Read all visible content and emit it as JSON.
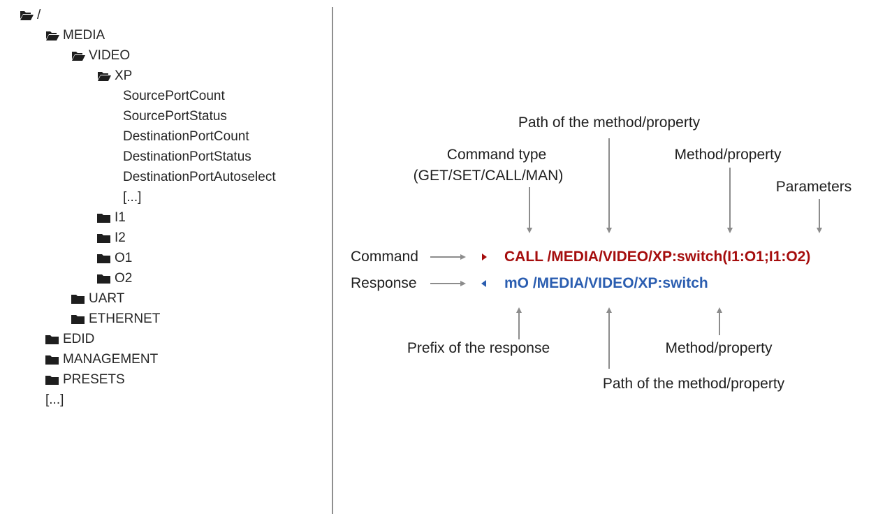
{
  "tree": [
    {
      "label": "/",
      "type": "open",
      "depth": 0
    },
    {
      "label": "MEDIA",
      "type": "open",
      "depth": 1
    },
    {
      "label": "VIDEO",
      "type": "open",
      "depth": 2
    },
    {
      "label": "XP",
      "type": "open",
      "depth": 3
    },
    {
      "label": "SourcePortCount",
      "type": "leaf",
      "depth": 4
    },
    {
      "label": "SourcePortStatus",
      "type": "leaf",
      "depth": 4
    },
    {
      "label": "DestinationPortCount",
      "type": "leaf",
      "depth": 4
    },
    {
      "label": "DestinationPortStatus",
      "type": "leaf",
      "depth": 4
    },
    {
      "label": "DestinationPortAutoselect",
      "type": "leaf",
      "depth": 4
    },
    {
      "label": "[...]",
      "type": "leaf",
      "depth": 4
    },
    {
      "label": "I1",
      "type": "closed",
      "depth": 3
    },
    {
      "label": "I2",
      "type": "closed",
      "depth": 3
    },
    {
      "label": "O1",
      "type": "closed",
      "depth": 3
    },
    {
      "label": "O2",
      "type": "closed",
      "depth": 3
    },
    {
      "label": "UART",
      "type": "closed",
      "depth": 2
    },
    {
      "label": "ETHERNET",
      "type": "closed",
      "depth": 2
    },
    {
      "label": "EDID",
      "type": "closed",
      "depth": 1
    },
    {
      "label": "MANAGEMENT",
      "type": "closed",
      "depth": 1
    },
    {
      "label": "PRESETS",
      "type": "closed",
      "depth": 1
    },
    {
      "label": "[...]",
      "type": "leaf",
      "depth": 1
    }
  ],
  "diagram": {
    "labels": {
      "path_top": "Path of the method/property",
      "command_type_line1": "Command type",
      "command_type_line2": "(GET/SET/CALL/MAN)",
      "method_top": "Method/property",
      "parameters": "Parameters",
      "command": "Command",
      "response": "Response",
      "prefix": "Prefix of the response",
      "method_bottom": "Method/property",
      "path_bottom": "Path of the method/property"
    },
    "command_text": "CALL /MEDIA/VIDEO/XP:switch(I1:O1;I1:O2)",
    "response_text": "mO /MEDIA/VIDEO/XP:switch",
    "colors": {
      "command": "#a50d0d",
      "response": "#2a5db0",
      "arrow": "#8c8c8c"
    }
  }
}
